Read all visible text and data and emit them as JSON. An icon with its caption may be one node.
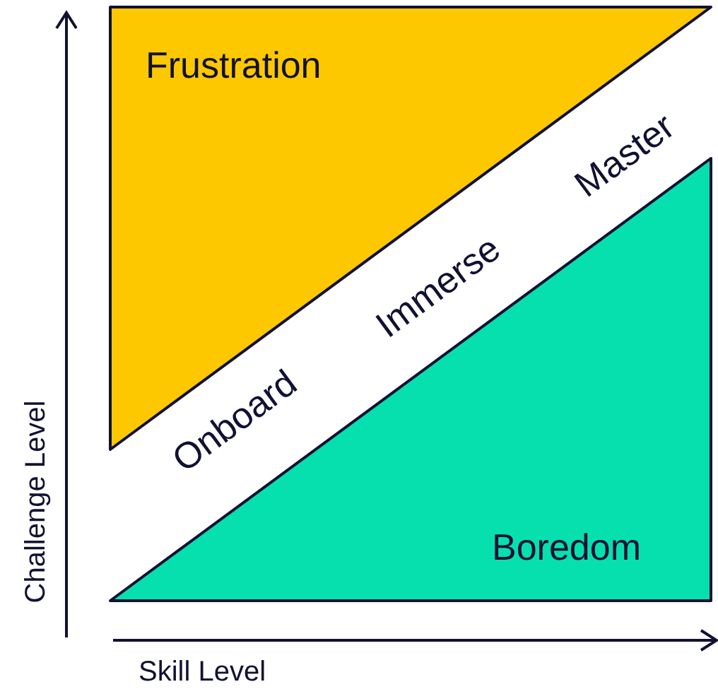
{
  "diagram": {
    "nodes": [
      {
        "text": [
          "Frustration"
        ]
      },
      {
        "text": [
          "Boredom"
        ]
      }
    ],
    "labels": [
      "Onboard",
      "Immerse",
      "Master",
      "Challenge Level",
      "Skill Level"
    ]
  }
}
